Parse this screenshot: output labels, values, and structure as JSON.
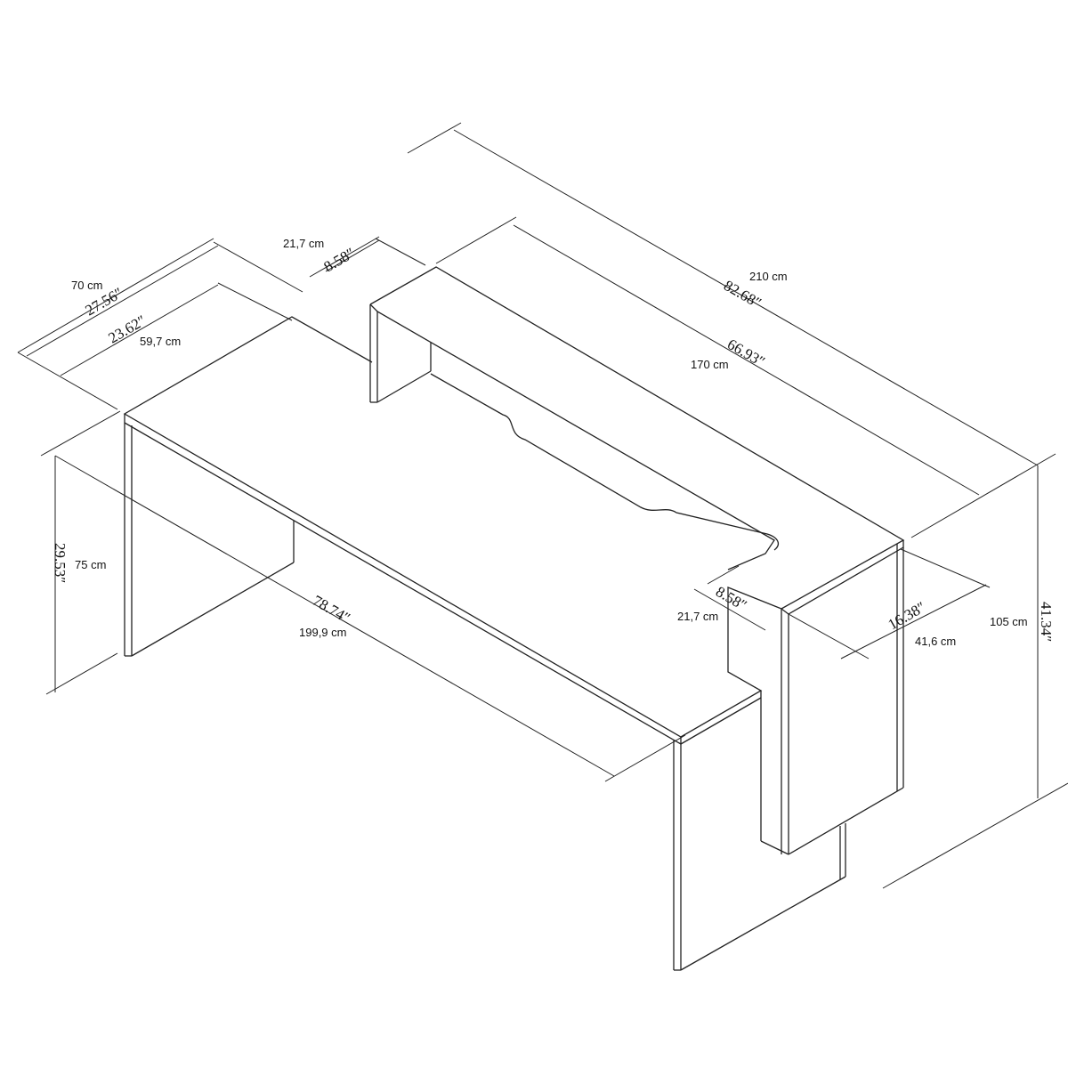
{
  "dimensions": {
    "hutch_depth_back": {
      "cm": "21,7 cm",
      "in": "8.58″"
    },
    "total_depth": {
      "cm": "70 cm",
      "in": "27.56″"
    },
    "desk_depth": {
      "cm": "59,7 cm",
      "in": "23.62″"
    },
    "total_width": {
      "cm": "210 cm",
      "in": "82.68″"
    },
    "hutch_width": {
      "cm": "170 cm",
      "in": "66.93″"
    },
    "desk_height": {
      "cm": "75 cm",
      "in": "29.53″"
    },
    "desk_width": {
      "cm": "199,9 cm",
      "in": "78.74″"
    },
    "hutch_depth_front": {
      "cm": "21,7 cm",
      "in": "8.58″"
    },
    "return_depth": {
      "cm": "41,6 cm",
      "in": "16.38″"
    },
    "total_height": {
      "cm": "105 cm",
      "in": "41.34″"
    }
  }
}
